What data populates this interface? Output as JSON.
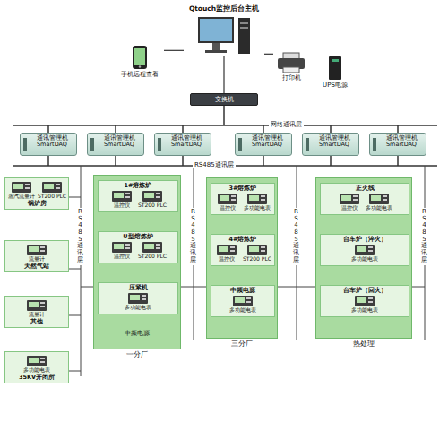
{
  "diagram": {
    "nodes": [
      {
        "text": [
          "Qtouch监控后台主机"
        ]
      },
      {
        "text": [
          "手机远程查看"
        ]
      },
      {
        "text": [
          "打印机"
        ]
      },
      {
        "text": [
          "UPS电源"
        ]
      },
      {
        "text": [
          "交换机"
        ]
      },
      {
        "text": [
          "通讯管理机",
          "SmartDAQ"
        ]
      },
      {
        "text": [
          "通讯管理机",
          "SmartDAQ"
        ]
      },
      {
        "text": [
          "通讯管理机",
          "SmartDAQ"
        ]
      },
      {
        "text": [
          "通讯管理机",
          "SmartDAQ"
        ]
      },
      {
        "text": [
          "通讯管理机",
          "SmartDAQ"
        ]
      },
      {
        "text": [
          "通讯管理机",
          "SmartDAQ"
        ]
      },
      {
        "text": [
          "锅炉房"
        ]
      },
      {
        "text": [
          "蒸汽流量计"
        ],
        "in": 11
      },
      {
        "text": [
          "ST200 PLC"
        ],
        "in": 11
      },
      {
        "text": [
          "天然气站"
        ]
      },
      {
        "text": [
          "流量计"
        ],
        "in": 14
      },
      {
        "text": [
          "其他"
        ]
      },
      {
        "text": [
          "流量计"
        ],
        "in": 16
      },
      {
        "text": [
          "35KV开闭所"
        ]
      },
      {
        "text": [
          "多功能电表"
        ],
        "in": 18
      },
      {
        "text": [
          "一分厂"
        ]
      },
      {
        "text": [
          "1#熔炼炉"
        ],
        "in": 20
      },
      {
        "text": [
          "温控仪"
        ],
        "in": 21
      },
      {
        "text": [
          "ST200 PLC"
        ],
        "in": 21
      },
      {
        "text": [
          "U型熔炼炉"
        ],
        "in": 20
      },
      {
        "text": [
          "温控仪"
        ],
        "in": 24
      },
      {
        "text": [
          "ST200 PLC"
        ],
        "in": 24
      },
      {
        "text": [
          "压紧机"
        ],
        "in": 20
      },
      {
        "text": [
          "多功能电表"
        ],
        "in": 27
      },
      {
        "text": [
          "三分厂"
        ]
      },
      {
        "text": [
          "3#熔炼炉"
        ],
        "in": 29
      },
      {
        "text": [
          "温控仪"
        ],
        "in": 30
      },
      {
        "text": [
          "多功能电表"
        ],
        "in": 30
      },
      {
        "text": [
          "4#熔炼炉"
        ],
        "in": 29
      },
      {
        "text": [
          "温控仪"
        ],
        "in": 33
      },
      {
        "text": [
          "ST200 PLC"
        ],
        "in": 33
      },
      {
        "text": [
          "中频电源"
        ],
        "in": 29
      },
      {
        "text": [
          "多功能电表"
        ],
        "in": 36
      },
      {
        "text": [
          "热处理"
        ]
      },
      {
        "text": [
          "正火线"
        ],
        "in": 38
      },
      {
        "text": [
          "温控仪"
        ],
        "in": 39
      },
      {
        "text": [
          "多功能电表"
        ],
        "in": 39
      },
      {
        "text": [
          "台车炉（淬火）"
        ],
        "in": 38
      },
      {
        "text": [
          "多功能电表"
        ],
        "in": 42
      },
      {
        "text": [
          "台车炉（回火）"
        ],
        "in": 38
      },
      {
        "text": [
          "多功能电表"
        ],
        "in": 44
      }
    ],
    "edges": [
      {
        "from": 0,
        "to": 1,
        "arrow": "none"
      },
      {
        "from": 0,
        "to": 2,
        "arrow": "none"
      },
      {
        "from": 0,
        "to": 4,
        "arrow": "none"
      }
    ],
    "labels": [
      "网络通讯层",
      "RS485通讯层",
      "RS485通讯层",
      "RS485通讯层",
      "RS485通讯层",
      "RS485通讯层",
      "中频电源"
    ]
  }
}
